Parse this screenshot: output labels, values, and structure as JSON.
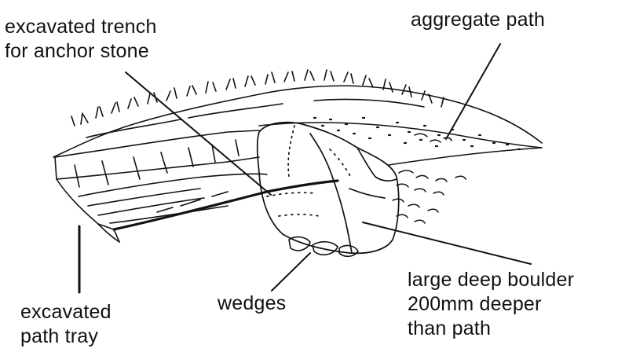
{
  "labels": {
    "trench": [
      "excavated trench",
      "for anchor stone"
    ],
    "aggregate": "aggregate path",
    "boulder": [
      "large deep boulder",
      "200mm deeper",
      "than path"
    ],
    "wedges": "wedges",
    "tray": [
      "excavated",
      "path tray"
    ]
  },
  "colors": {
    "ink": "#111111",
    "background": "#ffffff"
  }
}
